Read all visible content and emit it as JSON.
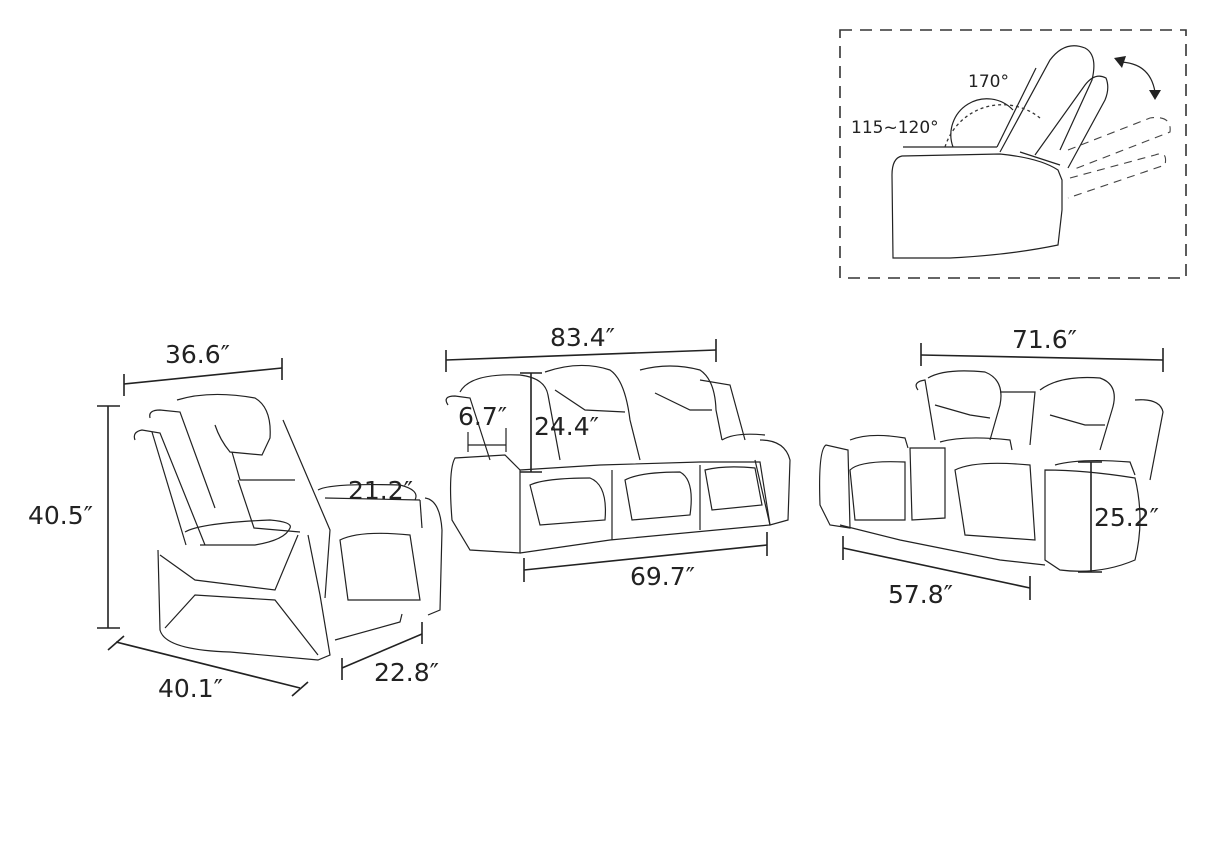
{
  "recline_inset": {
    "angle_max": "170°",
    "angle_range": "115~120°"
  },
  "recliner": {
    "width_top": "36.6″",
    "height": "40.5″",
    "armrest_height": "21.2″",
    "depth": "40.1″",
    "seat_depth": "22.8″"
  },
  "sofa": {
    "width": "83.4″",
    "cupholder_width": "6.7″",
    "back_height": "24.4″",
    "seat_width": "69.7″"
  },
  "loveseat": {
    "width": "71.6″",
    "arm_height": "25.2″",
    "seat_width": "57.8″"
  }
}
